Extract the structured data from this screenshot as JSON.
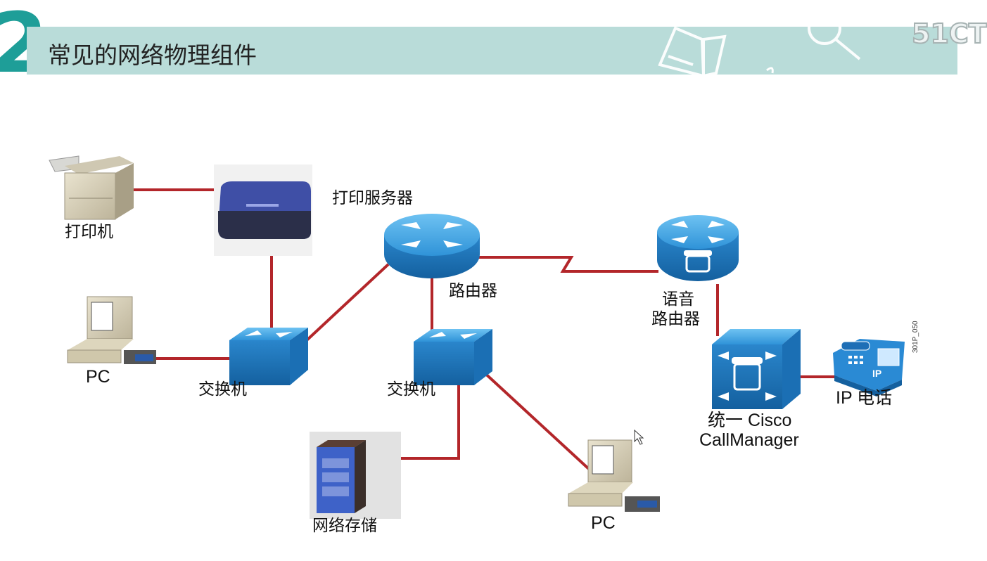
{
  "header": {
    "section_number": "2",
    "title": "常见的网络物理组件",
    "watermark": "51CT"
  },
  "figure_id": "301P_050",
  "nodes": {
    "printer": {
      "label": "打印机"
    },
    "print_server": {
      "label": "打印服务器"
    },
    "router": {
      "label": "路由器"
    },
    "voice_router": {
      "label_line1": "语音",
      "label_line2": "路由器"
    },
    "pc_left": {
      "label": "PC"
    },
    "switch_left": {
      "label": "交换机"
    },
    "switch_middle": {
      "label": "交换机"
    },
    "callmanager": {
      "label_line1": "统一 Cisco",
      "label_line2": "CallManager"
    },
    "ip_phone": {
      "label": "IP 电话"
    },
    "network_storage": {
      "label": "网络存储"
    },
    "pc_bottom": {
      "label": "PC"
    }
  },
  "colors": {
    "link": "#b3262a",
    "device_blue": "#2e8fd6",
    "title_band": "#b9dcd9",
    "section_number": "#1e9e98"
  },
  "icons": [
    "printer-icon",
    "print-server-icon",
    "router-icon",
    "voice-router-icon",
    "switch-icon",
    "pc-icon",
    "callmanager-icon",
    "ip-phone-icon",
    "storage-icon",
    "book-icon",
    "magnifier-icon",
    "cursor-icon"
  ]
}
